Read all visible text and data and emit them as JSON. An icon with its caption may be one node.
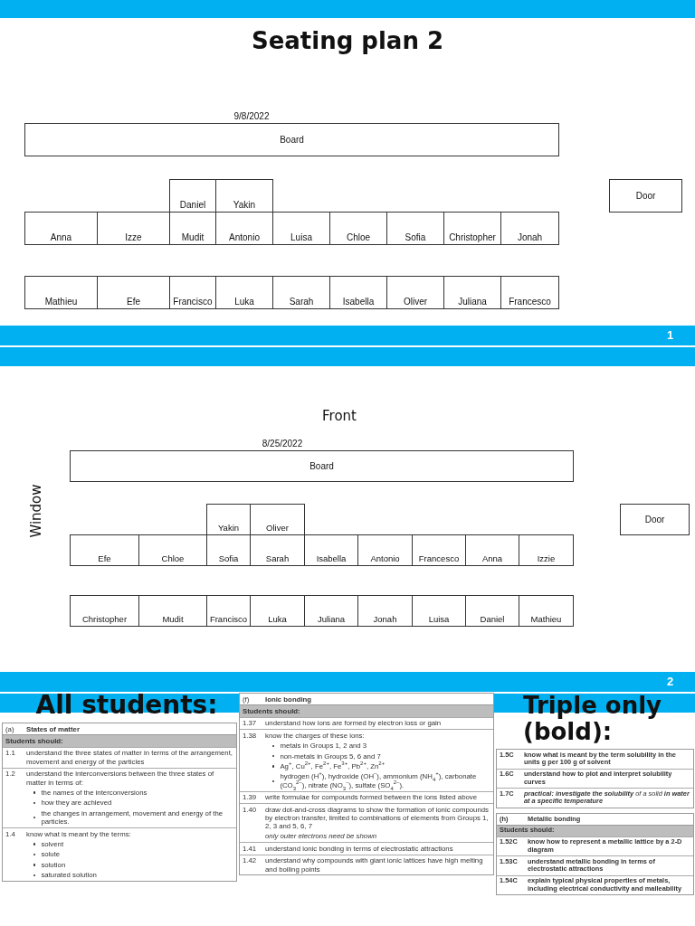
{
  "diagram": {
    "title": "Seating plan 2",
    "nodes": [
      {
        "text": [
          "Board"
        ]
      },
      {
        "text": [
          "Daniel"
        ]
      },
      {
        "text": [
          "Yakin"
        ]
      },
      {
        "text": [
          "Door"
        ]
      },
      {
        "text": [
          "Anna"
        ]
      },
      {
        "text": [
          "Izze"
        ]
      },
      {
        "text": [
          "Mudit"
        ]
      },
      {
        "text": [
          "Antonio"
        ]
      },
      {
        "text": [
          "Luisa"
        ]
      },
      {
        "text": [
          "Chloe"
        ]
      },
      {
        "text": [
          "Sofia"
        ]
      },
      {
        "text": [
          "Christopher"
        ]
      },
      {
        "text": [
          "Jonah"
        ]
      },
      {
        "text": [
          "Mathieu"
        ]
      },
      {
        "text": [
          "Efe"
        ]
      },
      {
        "text": [
          "Francisco"
        ]
      },
      {
        "text": [
          "Luka"
        ]
      },
      {
        "text": [
          "Sarah"
        ]
      },
      {
        "text": [
          "Isabella"
        ]
      },
      {
        "text": [
          "Oliver"
        ]
      },
      {
        "text": [
          "Juliana"
        ]
      },
      {
        "text": [
          "Francesco"
        ]
      },
      {
        "text": [
          "Board"
        ]
      },
      {
        "text": [
          "Yakin"
        ]
      },
      {
        "text": [
          "Oliver"
        ]
      },
      {
        "text": [
          "Door"
        ]
      },
      {
        "text": [
          "Efe"
        ]
      },
      {
        "text": [
          "Chloe"
        ]
      },
      {
        "text": [
          "Sofia"
        ]
      },
      {
        "text": [
          "Sarah"
        ]
      },
      {
        "text": [
          "Isabella"
        ]
      },
      {
        "text": [
          "Antonio"
        ]
      },
      {
        "text": [
          "Francesco"
        ]
      },
      {
        "text": [
          "Anna"
        ]
      },
      {
        "text": [
          "Izzie"
        ]
      },
      {
        "text": [
          "Christopher"
        ]
      },
      {
        "text": [
          "Mudit"
        ]
      },
      {
        "text": [
          "Francisco"
        ]
      },
      {
        "text": [
          "Luka"
        ]
      },
      {
        "text": [
          "Juliana"
        ]
      },
      {
        "text": [
          "Jonah"
        ]
      },
      {
        "text": [
          "Luisa"
        ]
      },
      {
        "text": [
          "Daniel"
        ]
      },
      {
        "text": [
          "Mathieu"
        ]
      }
    ],
    "edges": [],
    "labels": [
      "9/8/2022",
      "1",
      "Front",
      "8/25/2022",
      "Window",
      "2",
      "All students:",
      "(a)",
      "States of matter",
      "Students should:",
      "1.1",
      "understand the three states of matter in terms of the arrangement, movement and energy of the particles",
      "1.2",
      "understand the interconversions between the three states of matter in terms of:",
      "the names of the interconversions",
      "how they are achieved",
      "the changes in arrangement, movement and energy of the particles.",
      "1.4",
      "know what is meant by the terms:",
      "solvent",
      "solute",
      "solution",
      "saturated solution",
      "(f)",
      "Ionic bonding",
      "Students should:",
      "1.37",
      "understand how ions are formed by electron loss or gain",
      "1.38",
      "know the charges of these ions:",
      "metals in Groups 1, 2 and 3",
      "non-metals in Groups 5, 6 and 7",
      "Ag$^{+}$, Cu$^{2+}$, Fe$^{2+}$, Fe$^{3+}$, Pb$^{2+}$, Zn$^{2+}$",
      "hydrogen (H$^{+}$), hydroxide (OH$^{–}$), ammonium (NH$_{4}$$^{+}$), carbonate (CO$_{3}$$^{2–}$), nitrate (NO$_{3}$$^{–}$), sulfate (SO$_{4}$$^{2–}$).",
      "1.39",
      "write formulae for compounds formed between the ions listed above",
      "1.40",
      "draw dot-and-cross diagrams to show the formation of ionic compounds by electron transfer, limited to combinations of elements from Groups 1, 2, 3 and 5, 6, 7",
      "only outer electrons need be shown",
      "1.41",
      "understand ionic bonding in terms of electrostatic attractions",
      "1.42",
      "understand why compounds with giant ionic lattices have high melting and boiling points",
      "Triple only (bold):",
      "1.5C",
      "know what is meant by the term solubility in the units g per 100 g of solvent",
      "1.6C",
      "understand how to plot and interpret solubility curves",
      "1.7C",
      "**practical: investigate the solubility** of a solid **in water at a specific temperature**",
      "(h)",
      "Metallic bonding",
      "Students should:",
      "1.52C",
      "know how to represent a metallic lattice by a 2-D diagram",
      "1.53C",
      "understand metallic bonding in terms of electrostatic attractions",
      "1.54C",
      "explain typical physical properties of metals, including electrical conductivity and malleability"
    ]
  }
}
